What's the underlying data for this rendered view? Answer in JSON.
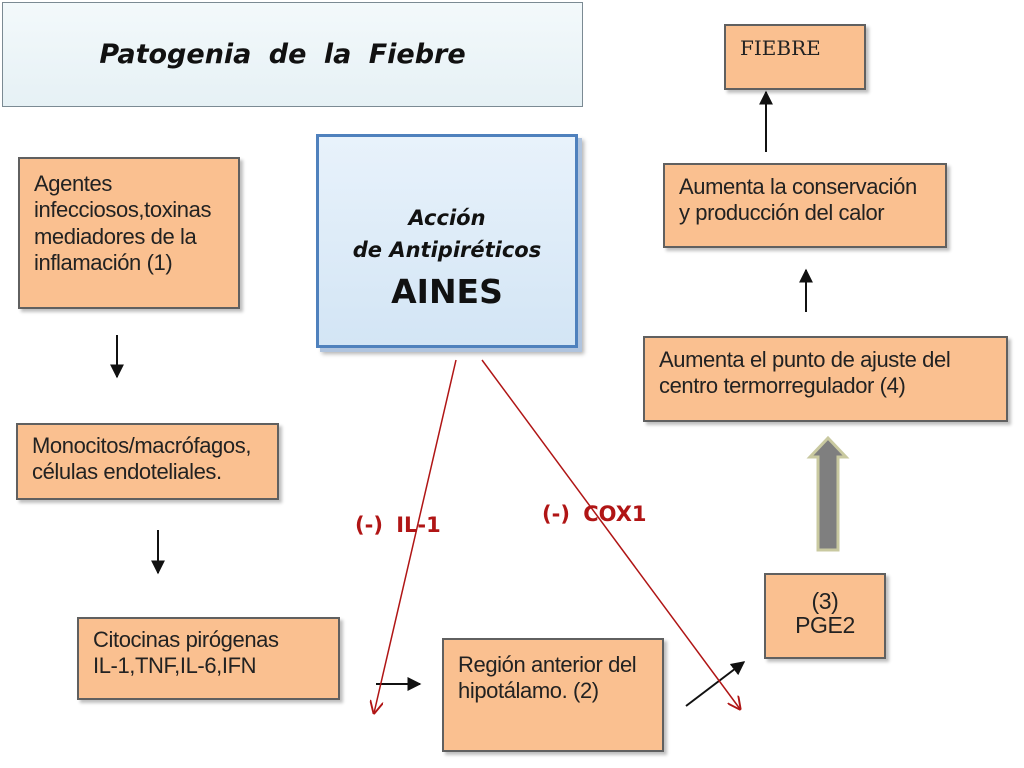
{
  "title": "Patogenia   de  la  Fiebre",
  "aines_box": {
    "line1": "Acción",
    "line2": "de  Antipiréticos",
    "line3": "AINES"
  },
  "nodes": {
    "agentes": "Agentes\ninfecciosos,toxinas\nmediadores de la\ninflamación (1)",
    "monocitos": "Monocitos/macrófagos,\ncélulas endoteliales.",
    "citocinas": "Citocinas pirógenas\nIL-1,TNF,IL-6,IFN",
    "region": "Región anterior del\nhipotálamo. (2)",
    "pge2": "(3)\nPGE2",
    "punto": "Aumenta el punto de ajuste del\ncentro termorregulador (4)",
    "conservacion": "Aumenta la conservación\ny producción del calor",
    "fiebre": "FIEBRE"
  },
  "inhibitions": {
    "il1": "(-)  IL-1",
    "cox1": "(-)  COX1"
  },
  "colors": {
    "node_fill": "#fac090",
    "aines_border": "#4f81bd",
    "inhibit_red": "#b01515",
    "block_arrow": "#7f7f7f"
  }
}
